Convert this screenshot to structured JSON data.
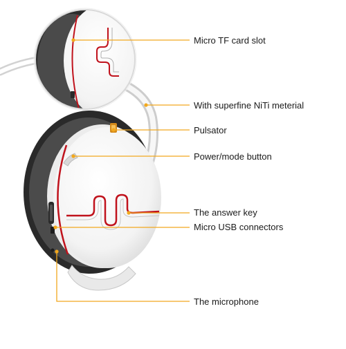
{
  "diagram": {
    "accent_color": "#f2a81d",
    "trim_color": "#c0121c",
    "callouts": [
      {
        "id": "tf",
        "label": "Micro TF card slot"
      },
      {
        "id": "niti",
        "label": "With superfine NiTi  meterial"
      },
      {
        "id": "pulsator",
        "label": "Pulsator"
      },
      {
        "id": "power",
        "label": "Power/mode button"
      },
      {
        "id": "answer",
        "label": "The answer key"
      },
      {
        "id": "usb",
        "label": "Micro USB connectors"
      },
      {
        "id": "mic",
        "label": "The microphone"
      }
    ]
  }
}
